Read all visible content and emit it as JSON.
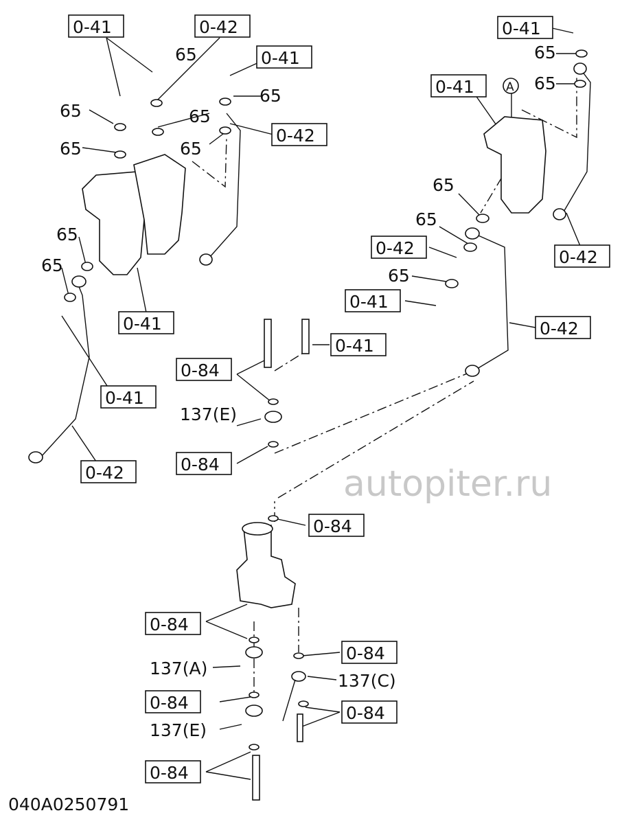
{
  "diagram_id": "040A0250791",
  "watermark": "autopiter.ru",
  "callouts": {
    "c1": "0-41",
    "c2": "0-42",
    "c3": "0-41",
    "c4": "0-42",
    "c5": "0-41",
    "c6": "0-41",
    "c7": "0-42",
    "c8": "0-84",
    "c9": "0-41",
    "c10": "0-84",
    "c11": "0-84",
    "c12": "0-84",
    "c13": "0-84",
    "c14": "0-84",
    "c15": "0-84",
    "c16": "0-84",
    "c17": "0-41",
    "c18": "0-41",
    "c19": "0-42",
    "c20": "0-41",
    "c21": "0-42",
    "c22": "0-42"
  },
  "plain": {
    "p65": "65",
    "p137e": "137(E)",
    "p137a": "137(A)",
    "p137c": "137(C)",
    "pA": "A"
  }
}
